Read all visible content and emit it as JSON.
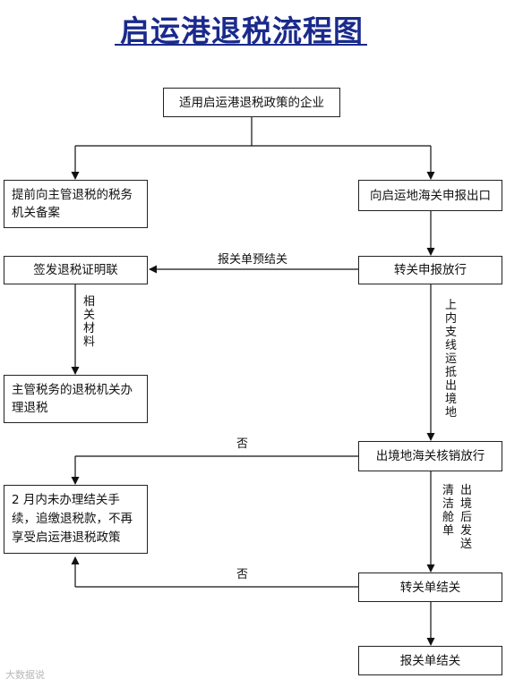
{
  "title": "启运港退税流程图",
  "nodes": {
    "enterprise": "适用启运港退税政策的企业",
    "record": "提前向主管退税的税务机关备案",
    "declare_export": "向启运地海关申报出口",
    "issue_cert": "签发退税证明联",
    "transfer_release": "转关申报放行",
    "tax_refund": "主管税务的退税机关办理退税",
    "exit_verify": "出境地海关核销放行",
    "recover": "2 月内未办理结关手续，追缴退税款，不再享受启运港退税政策",
    "transfer_clear": "转关单结关",
    "declare_clear": "报关单结关"
  },
  "labels": {
    "pre_clear": "报关单预结关",
    "materials": "相关材料",
    "shipping": "上内支线运抵出境地",
    "no_1": "否",
    "no_2": "否",
    "clean_hold": "清洁舱单",
    "exit_send": "出境后发送"
  },
  "watermark": "大数据说"
}
